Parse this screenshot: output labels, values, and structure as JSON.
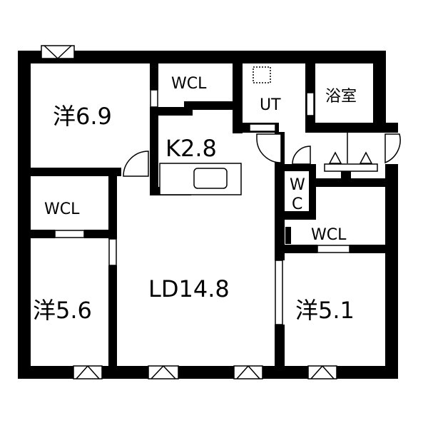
{
  "rooms": {
    "western_1": "洋6.9",
    "wcl_top": "WCL",
    "ut": "UT",
    "bath": "浴室",
    "kitchen": "K2.8",
    "wcl_left": "WCL",
    "western_2": "洋5.6",
    "ld": "LD14.8",
    "wc_w": "W",
    "wc_c": "C",
    "wcl_right": "WCL",
    "western_3": "洋5.1"
  },
  "colors": {
    "wall": "#000000",
    "background": "#ffffff"
  }
}
